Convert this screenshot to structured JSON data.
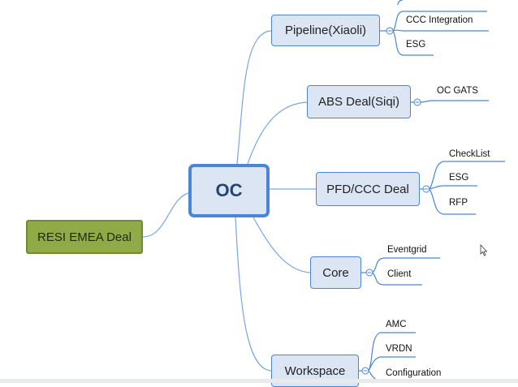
{
  "diagram": {
    "root": {
      "label": "RESI EMEA Deal"
    },
    "center": {
      "label": "OC"
    },
    "branches": [
      {
        "label": "Pipeline(Xiaoli)",
        "children": [
          "CCC Integration",
          "ESG"
        ]
      },
      {
        "label": "ABS Deal(Siqi)",
        "children": [
          "OC GATS"
        ]
      },
      {
        "label": "PFD/CCC Deal",
        "children": [
          "CheckList",
          "ESG",
          "RFP"
        ]
      },
      {
        "label": "Core",
        "children": [
          "Eventgrid",
          "Client"
        ]
      },
      {
        "label": "Workspace",
        "children": [
          "AMC",
          "VRDN",
          "Configuration"
        ]
      }
    ]
  },
  "colors": {
    "root_fill": "#8faa47",
    "node_fill": "#dbe5f3",
    "node_border": "#4a86d4",
    "connector": "#7aa6de"
  }
}
